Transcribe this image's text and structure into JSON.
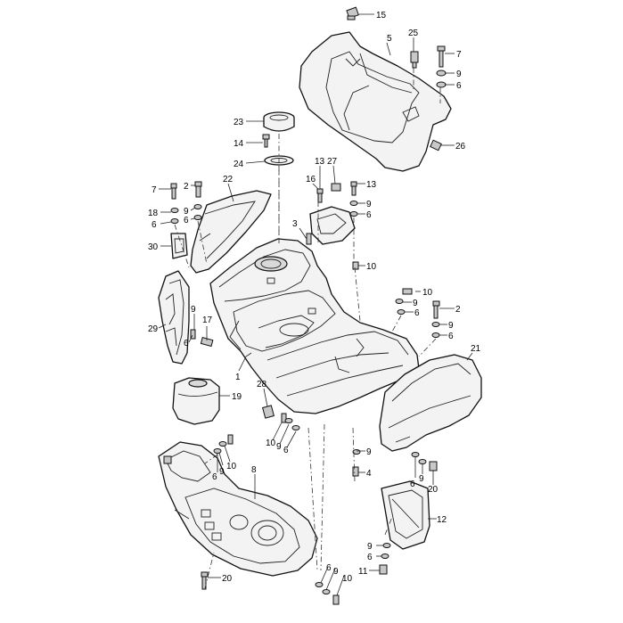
{
  "callouts": {
    "c15": "15",
    "c5": "5",
    "c25": "25",
    "c7a": "7",
    "c9a": "9",
    "c6a": "6",
    "c26": "26",
    "c23": "23",
    "c14": "14",
    "c24": "24",
    "c13a": "13",
    "c27": "27",
    "c16": "16",
    "c13b": "13",
    "c9b": "9",
    "c6b": "6",
    "c7b": "7",
    "c2a": "2",
    "c22": "22",
    "c18": "18",
    "c9c": "9",
    "c6c": "6",
    "c3": "3",
    "c10a": "10",
    "c30": "30",
    "c10b": "10",
    "c9d": "9",
    "c6d": "6",
    "c2b": "2",
    "c9e": "9",
    "c6e": "6",
    "c21": "21",
    "c9f": "9",
    "c17": "17",
    "c29": "29",
    "c6f": "6",
    "c1": "1",
    "c28": "28",
    "c19": "19",
    "c10c": "10",
    "c9g": "9",
    "c6g": "6",
    "c9h": "9",
    "c10d": "10",
    "c6h": "6",
    "c9i": "9",
    "c4": "4",
    "c8": "8",
    "c6i": "6",
    "c9j": "9",
    "c20a": "20",
    "c12": "12",
    "c9k": "9",
    "c6j": "6",
    "c11": "11",
    "c20b": "20",
    "c6k": "6",
    "c9l": "9",
    "c10e": "10"
  }
}
